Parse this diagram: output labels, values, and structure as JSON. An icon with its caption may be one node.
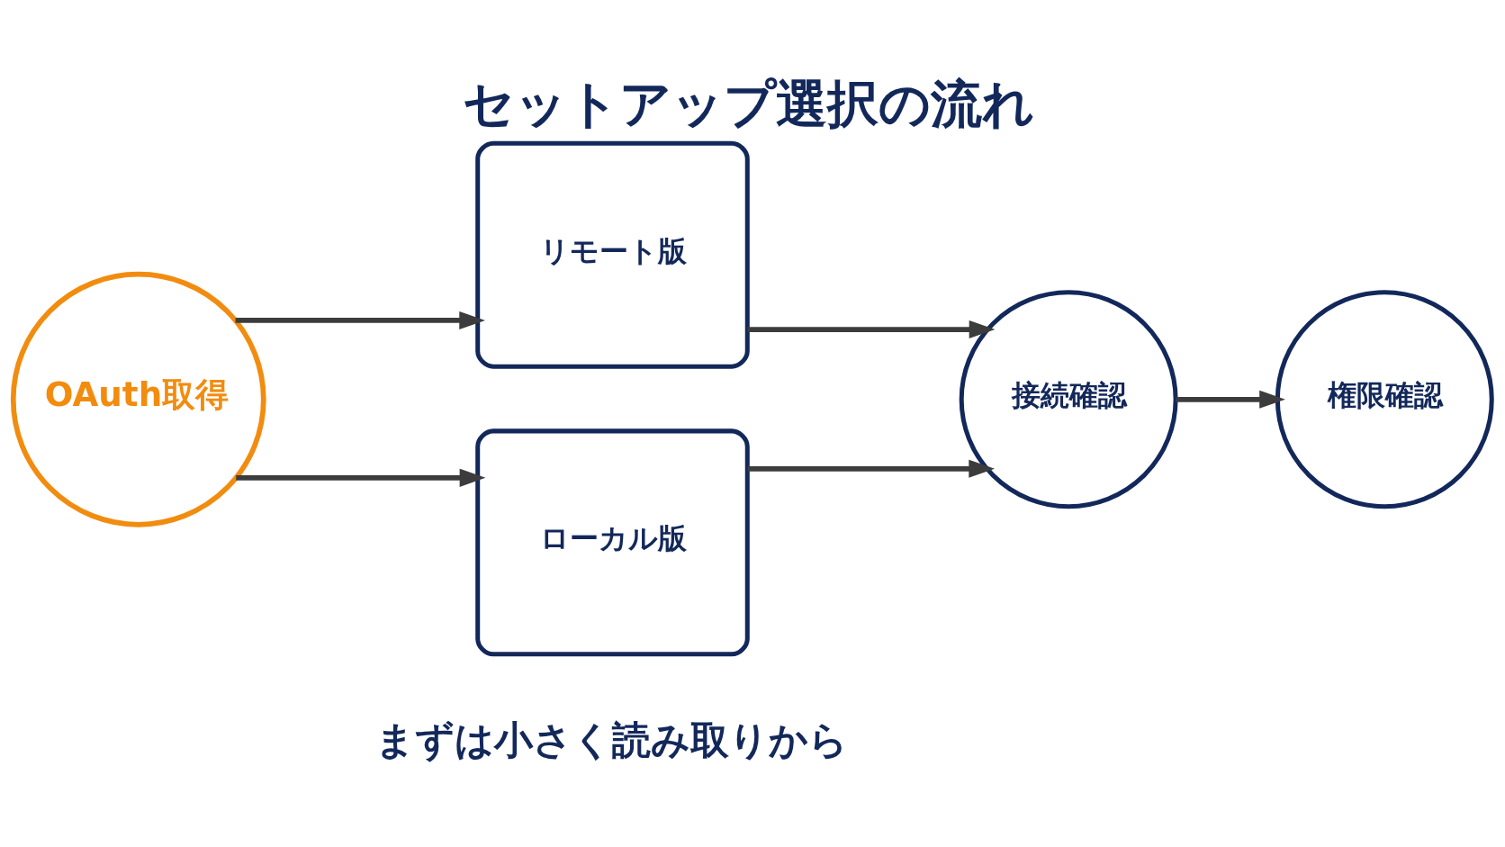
{
  "diagram": {
    "title": "セットアップ選択の流れ",
    "caption": "まずは小さく読み取りから",
    "nodes": [
      {
        "text": [
          "OAuth取得"
        ]
      },
      {
        "text": [
          "リモート版"
        ]
      },
      {
        "text": [
          "ローカル版"
        ]
      },
      {
        "text": [
          "接続確認"
        ]
      },
      {
        "text": [
          "権限確認"
        ]
      }
    ],
    "edges": [
      {
        "from": 0,
        "to": 1,
        "arrow": "to"
      },
      {
        "from": 0,
        "to": 2,
        "arrow": "to"
      },
      {
        "from": 1,
        "to": 3,
        "arrow": "to"
      },
      {
        "from": 2,
        "to": 3,
        "arrow": "to"
      },
      {
        "from": 3,
        "to": 4,
        "arrow": "to"
      }
    ]
  }
}
